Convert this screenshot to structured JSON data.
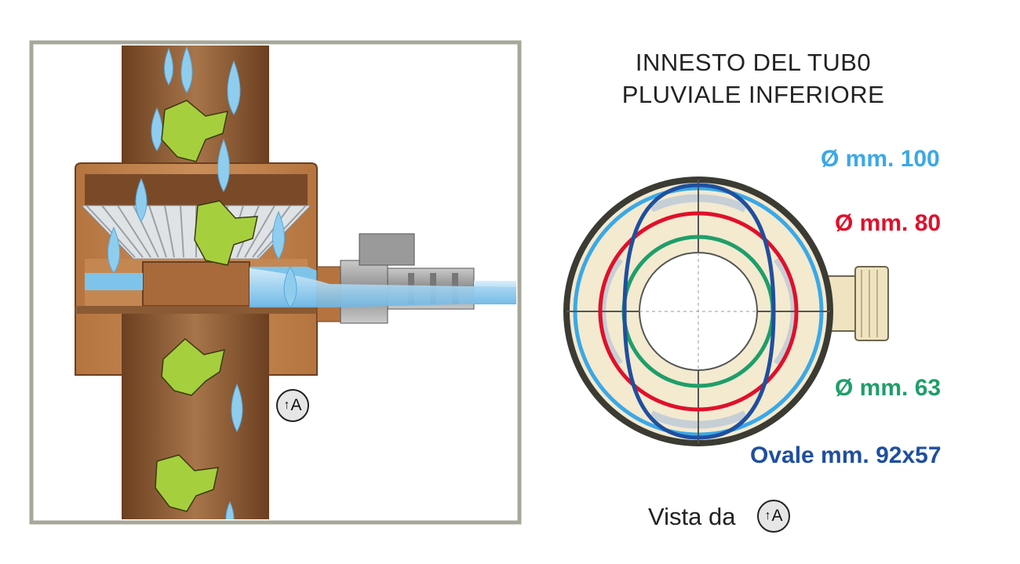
{
  "title": {
    "line1": "INNESTO DEL TUB0",
    "line2": "PLUVIALE INFERIORE"
  },
  "labels": {
    "d100": {
      "text": "Ø mm. 100",
      "color": "#3aa8e6"
    },
    "d80": {
      "text": "Ø mm. 80",
      "color": "#e0102a"
    },
    "d63": {
      "text": "Ø mm. 63",
      "color": "#1f9e6a"
    },
    "oval": {
      "text": "Ovale mm. 92x57",
      "color": "#1f4f9e"
    }
  },
  "view_marker": {
    "arrow": "↑",
    "letter": "A"
  },
  "vista": {
    "text": "Vista da"
  },
  "colors": {
    "pipe_brown": "#8a5a35",
    "water_blue": "#7ec3ea",
    "leaf_green": "#9ccc3a",
    "frame_gray": "#a8a89a",
    "body_cream": "#f3ead0"
  }
}
